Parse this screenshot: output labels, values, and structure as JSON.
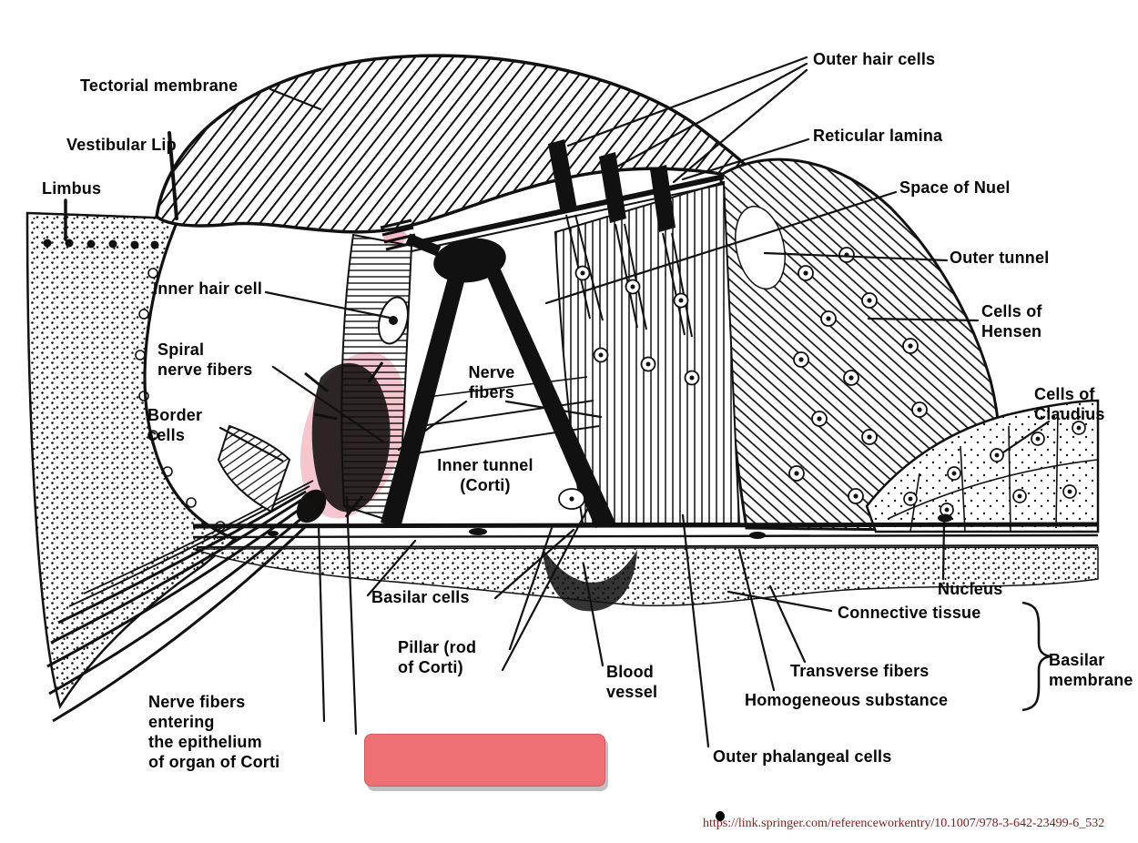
{
  "figure": {
    "description": "Cross-section diagram of the organ of Corti",
    "source_url": "https://link.springer.com/referenceworkentry/10.1007/978-3-642-23499-6_532"
  },
  "labels": {
    "tectorial_membrane": "Tectorial membrane",
    "vestibular_lip": "Vestibular Lip",
    "limbus": "Limbus",
    "inner_hair_cell": "Inner hair cell",
    "spiral_nerve_fibers": "Spiral\nnerve fibers",
    "border_cells": "Border\ncells",
    "nerve_fibers": "Nerve\nfibers",
    "inner_tunnel": "Inner tunnel\n(Corti)",
    "nerve_fibers_entering": "Nerve fibers\nentering\nthe epithelium\nof organ of Corti",
    "basilar_cells": "Basilar cells",
    "pillar_rod": "Pillar (rod\nof Corti)",
    "blood_vessel": "Blood\nvessel",
    "outer_hair_cells": "Outer hair cells",
    "reticular_lamina": "Reticular lamina",
    "space_of_nuel": "Space of Nuel",
    "outer_tunnel": "Outer tunnel",
    "cells_of_hensen": "Cells of\nHensen",
    "cells_of_claudius": "Cells of\nClaudius",
    "nucleus": "Nucleus",
    "connective_tissue": "Connective tissue",
    "basilar_membrane": "Basilar\nmembrane",
    "transverse_fibers": "Transverse fibers",
    "homogeneous_substance": "Homogeneous substance",
    "outer_phalangeal_cells": "Outer phalangeal cells"
  },
  "colors": {
    "ink": "#060606",
    "highlight_pink": "#f2aebc",
    "redaction_red": "#ee6f74",
    "link_maroon": "#7f1d1d"
  }
}
